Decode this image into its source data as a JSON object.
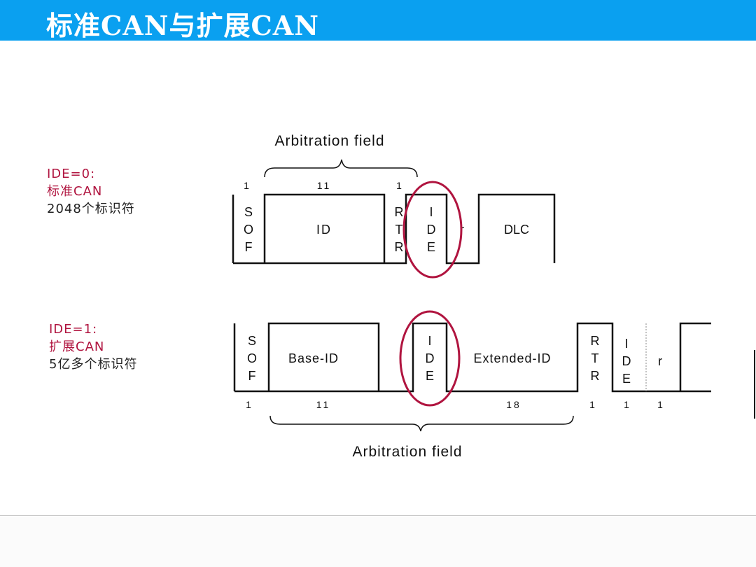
{
  "title": "标准CAN与扩展CAN",
  "colors": {
    "header_bg": "#0aa0f0",
    "highlight": "#b0143f",
    "title_text": "#ffffff"
  },
  "standard": {
    "legend": {
      "line1": "IDE=0:",
      "line2": "标准CAN",
      "line3": "2048个标识符"
    },
    "arbitration_label": "Arbitration field",
    "bits": {
      "sof": "1",
      "id": "11",
      "rtr": "1"
    },
    "fields": {
      "sof": [
        "S",
        "O",
        "F"
      ],
      "id": "ID",
      "rtr": [
        "R",
        "T",
        "R"
      ],
      "ide": [
        "I",
        "D",
        "E"
      ],
      "r": "r",
      "dlc": "DLC"
    }
  },
  "extended": {
    "legend": {
      "line1": "IDE=1:",
      "line2": "扩展CAN",
      "line3": "5亿多个标识符"
    },
    "arbitration_label": "Arbitration field",
    "bits": {
      "sof": "1",
      "base_id": "11",
      "ext_id": "18",
      "rtr": "1",
      "ide": "1",
      "r": "1"
    },
    "fields": {
      "sof": [
        "S",
        "O",
        "F"
      ],
      "base_id": "Base-ID",
      "ide": [
        "I",
        "D",
        "E"
      ],
      "ext_id": "Extended-ID",
      "rtr": [
        "R",
        "T",
        "R"
      ],
      "ide2": [
        "I",
        "D",
        "E"
      ],
      "r": "r"
    }
  }
}
